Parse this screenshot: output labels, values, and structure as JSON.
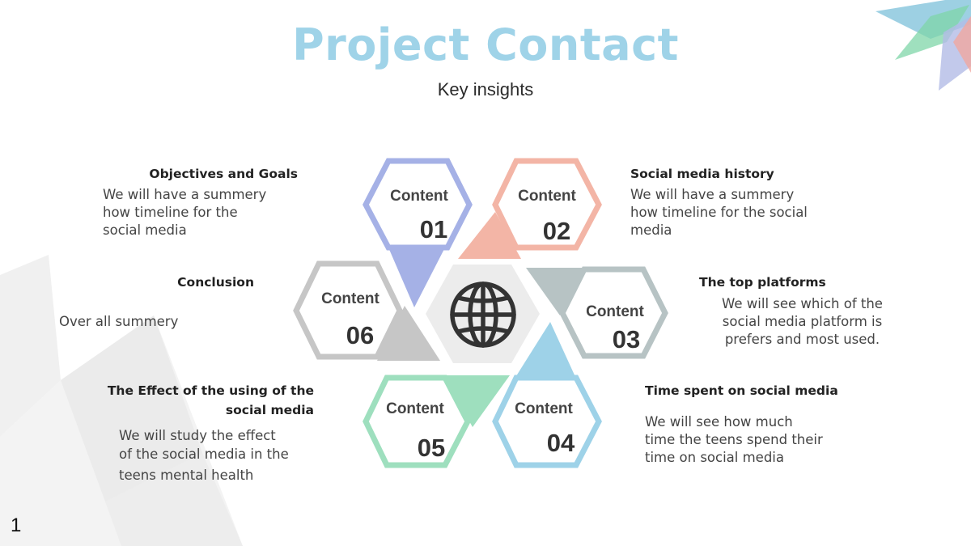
{
  "slide": {
    "title": "Project Contact",
    "subtitle": "Key insights",
    "page_number": "1"
  },
  "colors": {
    "title": "#9fd3e8",
    "hex_01": "#a5b1e6",
    "hex_02": "#f3b5a6",
    "hex_03": "#b7c3c4",
    "hex_04": "#9ed2e8",
    "hex_05": "#9edfbe",
    "hex_06": "#c6c6c6",
    "center_hex": "#ececec"
  },
  "center_icon": "globe-icon",
  "hexagons": [
    {
      "label": "Content",
      "number": "01"
    },
    {
      "label": "Content",
      "number": "02"
    },
    {
      "label": "Content",
      "number": "03"
    },
    {
      "label": "Content",
      "number": "04"
    },
    {
      "label": "Content",
      "number": "05"
    },
    {
      "label": "Content",
      "number": "06"
    }
  ],
  "sections": {
    "objectives": {
      "heading": "Objectives and Goals",
      "lines": [
        "We will have a summery",
        "how timeline for the",
        "social media"
      ]
    },
    "history": {
      "heading": "Social media history",
      "lines": [
        "We will have a summery",
        "how timeline for the social",
        "media"
      ]
    },
    "conclusion": {
      "heading": "Conclusion",
      "lines": [
        "Over all summery"
      ]
    },
    "platforms": {
      "heading": "The top platforms",
      "lines": [
        "We will see which of the",
        "social media platform is",
        "prefers and most used."
      ]
    },
    "effect": {
      "heading_lines": [
        "The Effect of the using of the",
        "social media"
      ],
      "lines": [
        "We will study the effect",
        "of the social media in the",
        "teens mental health"
      ]
    },
    "time": {
      "heading": "Time spent on social media",
      "lines": [
        "We will see how much",
        "time the teens spend their",
        "time on social media"
      ]
    }
  }
}
